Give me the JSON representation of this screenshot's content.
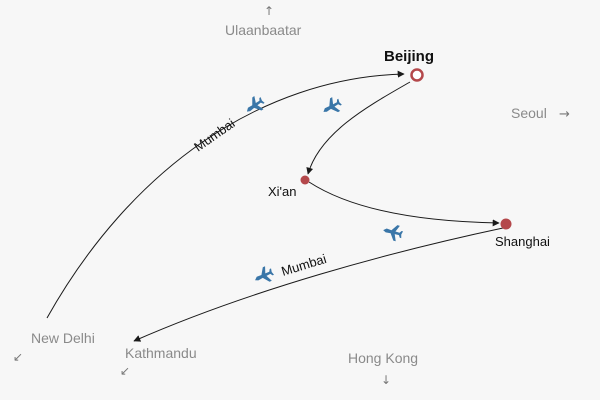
{
  "cities": {
    "beijing": "Beijing",
    "xian": "Xi'an",
    "shanghai": "Shanghai"
  },
  "offmap_places": {
    "ulaanbaatar": "Ulaanbaatar",
    "seoul": "Seoul",
    "new_delhi": "New Delhi",
    "kathmandu": "Kathmandu",
    "hong_kong": "Hong Kong"
  },
  "route_labels": {
    "delhi_to_beijing": "Mumbai",
    "shanghai_to_kathmandu": "Mumbai"
  },
  "colors": {
    "city_marker": "#b4484b",
    "plane": "#3a76a8",
    "offmap_text": "#8a8a8a",
    "background": "#f7f7f7"
  },
  "icons": {
    "plane": "plane-icon",
    "offmap_arrow": "arrow-icon"
  }
}
